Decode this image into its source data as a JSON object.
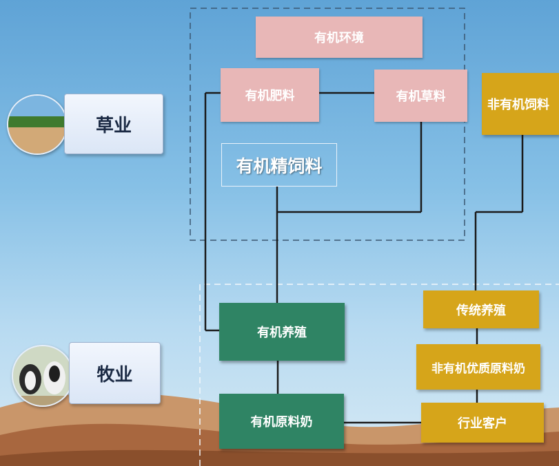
{
  "sections": {
    "grass_label": "草业",
    "livestock_label": "牧业"
  },
  "nodes": {
    "organic_environment": "有机环境",
    "organic_fertilizer": "有机肥料",
    "organic_forage": "有机草料",
    "non_organic_feed": "非有机饲料",
    "organic_concentrate_feed": "有机精饲料",
    "organic_farming": "有机养殖",
    "traditional_farming": "传统养殖",
    "non_organic_premium_raw_milk": "非有机优质原料奶",
    "organic_raw_milk": "有机原料奶",
    "industry_customers": "行业客户"
  },
  "colors": {
    "organic_top": "#e8b7b7",
    "organic_bottom": "#2f8464",
    "non_organic": "#d6a51a"
  }
}
